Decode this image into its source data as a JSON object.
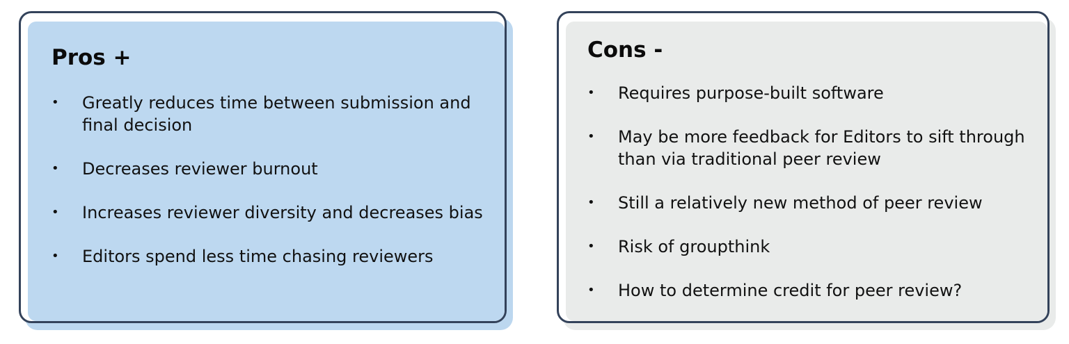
{
  "pros": {
    "title": "Pros +",
    "items": [
      "Greatly reduces time between submission and final decision",
      "Decreases reviewer burnout",
      "Increases reviewer diversity and decreases bias",
      "Editors spend less time chasing reviewers"
    ]
  },
  "cons": {
    "title": "Cons -",
    "items": [
      "Requires purpose-built software",
      "May be more feedback for Editors to sift through than via traditional peer review",
      "Still a relatively new method of peer review",
      "Risk of groupthink",
      "How to determine credit for peer review?"
    ]
  },
  "bullet_glyph": "•",
  "colors": {
    "border": "#33425a",
    "pros_fill": "#bdd8f0",
    "cons_fill": "#e9ebea"
  }
}
